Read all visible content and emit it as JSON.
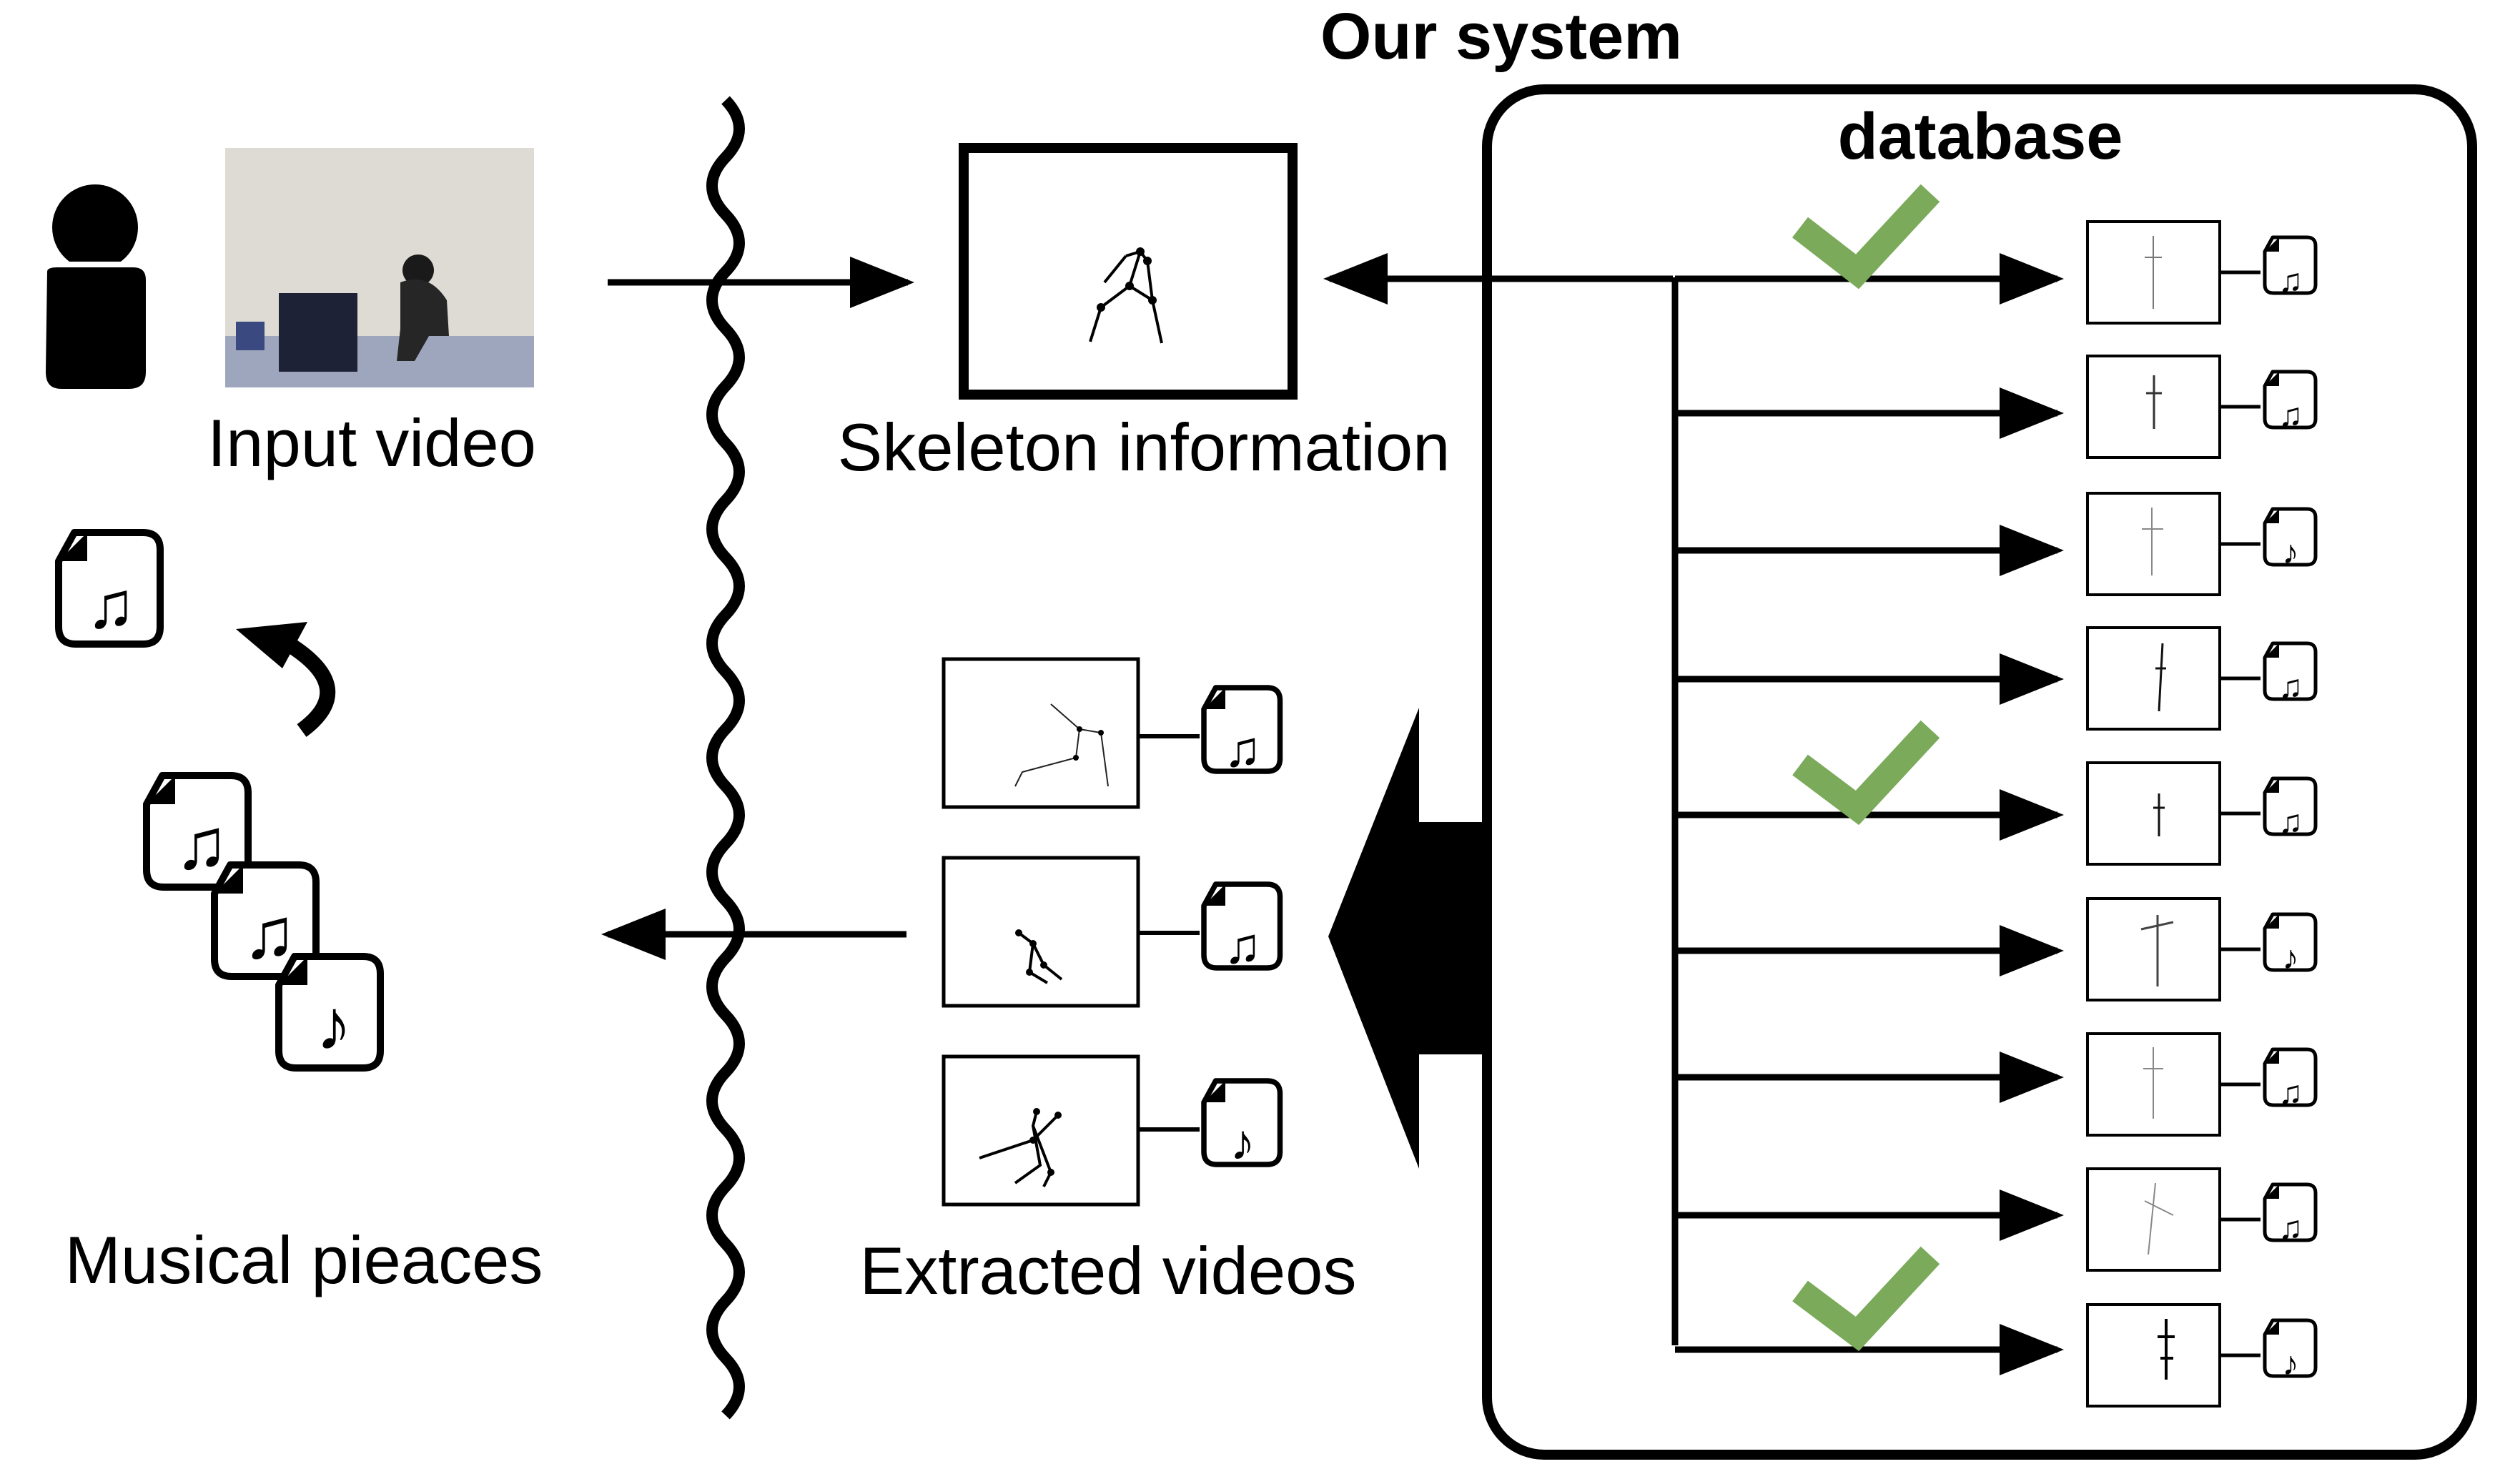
{
  "title": "Our system",
  "database": {
    "label": "database",
    "entries": [
      {
        "checked": true,
        "note": "♫"
      },
      {
        "checked": false,
        "note": "♫"
      },
      {
        "checked": false,
        "note": "♪"
      },
      {
        "checked": false,
        "note": "♫"
      },
      {
        "checked": true,
        "note": "♫"
      },
      {
        "checked": false,
        "note": "♪"
      },
      {
        "checked": false,
        "note": "♫"
      },
      {
        "checked": false,
        "note": "♫"
      },
      {
        "checked": true,
        "note": "♪"
      }
    ]
  },
  "input_video": {
    "label": "Input video"
  },
  "skeleton": {
    "label": "Skeleton information"
  },
  "extracted": {
    "label": "Extracted videos",
    "notes": [
      "♫",
      "♫",
      "♪"
    ]
  },
  "music": {
    "label": "Musical pieaces",
    "single_note": "♫",
    "stack_notes": [
      "♫",
      "♫",
      "♪"
    ]
  },
  "colors": {
    "check": "#7aaa5a",
    "ink": "#000000",
    "photo_wall": "#dedbd4",
    "photo_floor": "#9ea6bd"
  },
  "icons": [
    "user-icon",
    "music-file-icon",
    "check-icon",
    "curved-arrow-icon"
  ]
}
